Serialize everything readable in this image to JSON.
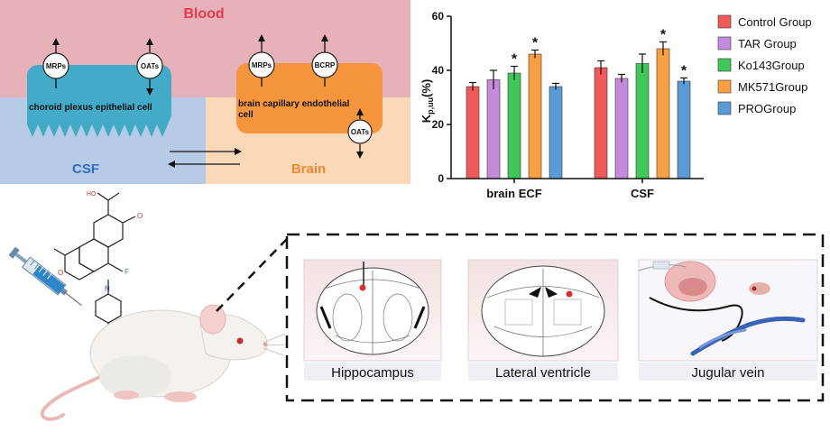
{
  "diagram": {
    "regions": {
      "blood": "Blood",
      "csf": "CSF",
      "brain": "Brain",
      "choroid": "choroid plexus epithelial cell",
      "endothelial_line1": "brain capillary endothelial",
      "endothelial_line2": "cell"
    },
    "transporters": {
      "mrps_left": "MRPs",
      "oats_left": "OATs",
      "mrps_right": "MRPs",
      "bcrp": "BCRP",
      "oats_right": "OATs"
    },
    "colors": {
      "blood": "#e6b1b9",
      "csf_bg": "#b6cbe6",
      "brain_bg": "#fbd9b8",
      "choroid": "#43aac8",
      "endothelial": "#f5963f",
      "blood_text": "#e8394b",
      "csf_text": "#2f6fbf",
      "brain_text": "#ee8a2e"
    }
  },
  "chart_data": {
    "type": "bar",
    "categories": [
      "brain ECF",
      "CSF"
    ],
    "series": [
      {
        "name": "Control Group",
        "color": "#f05a5a",
        "values": [
          34,
          41
        ],
        "errors": [
          1.5,
          2.5
        ],
        "significant": [
          false,
          false
        ]
      },
      {
        "name": "TAR Group",
        "color": "#c58bdb",
        "values": [
          36.5,
          37
        ],
        "errors": [
          3.5,
          1.5
        ],
        "significant": [
          false,
          false
        ]
      },
      {
        "name": "Ko143Group",
        "color": "#3fc75a",
        "values": [
          39,
          42.5
        ],
        "errors": [
          2.5,
          3.5
        ],
        "significant": [
          true,
          false
        ]
      },
      {
        "name": "MK571Group",
        "color": "#f7a043",
        "values": [
          46,
          48
        ],
        "errors": [
          1.5,
          2.5
        ],
        "significant": [
          true,
          true
        ]
      },
      {
        "name": "PROGroup",
        "color": "#5b9bd5",
        "values": [
          34,
          36
        ],
        "errors": [
          1.2,
          1.2
        ],
        "significant": [
          false,
          true
        ]
      }
    ],
    "ylabel_main": "K",
    "ylabel_sub": "p,uu",
    "ylabel_unit": "(%)",
    "ylim": [
      0,
      60
    ],
    "yticks": [
      0,
      20,
      40,
      60
    ],
    "sig_marker": "*",
    "legend_position": "right",
    "grid": false
  },
  "molecule": {
    "acid_label": "HO",
    "oxygen_label": "O",
    "fluorine_label": "F",
    "nitrogen_label": "N",
    "ring_oxygen_label": "O"
  },
  "panels": {
    "hippocampus": "Hippocampus",
    "ventricle": "Lateral ventricle",
    "jugular": "Jugular vein"
  }
}
